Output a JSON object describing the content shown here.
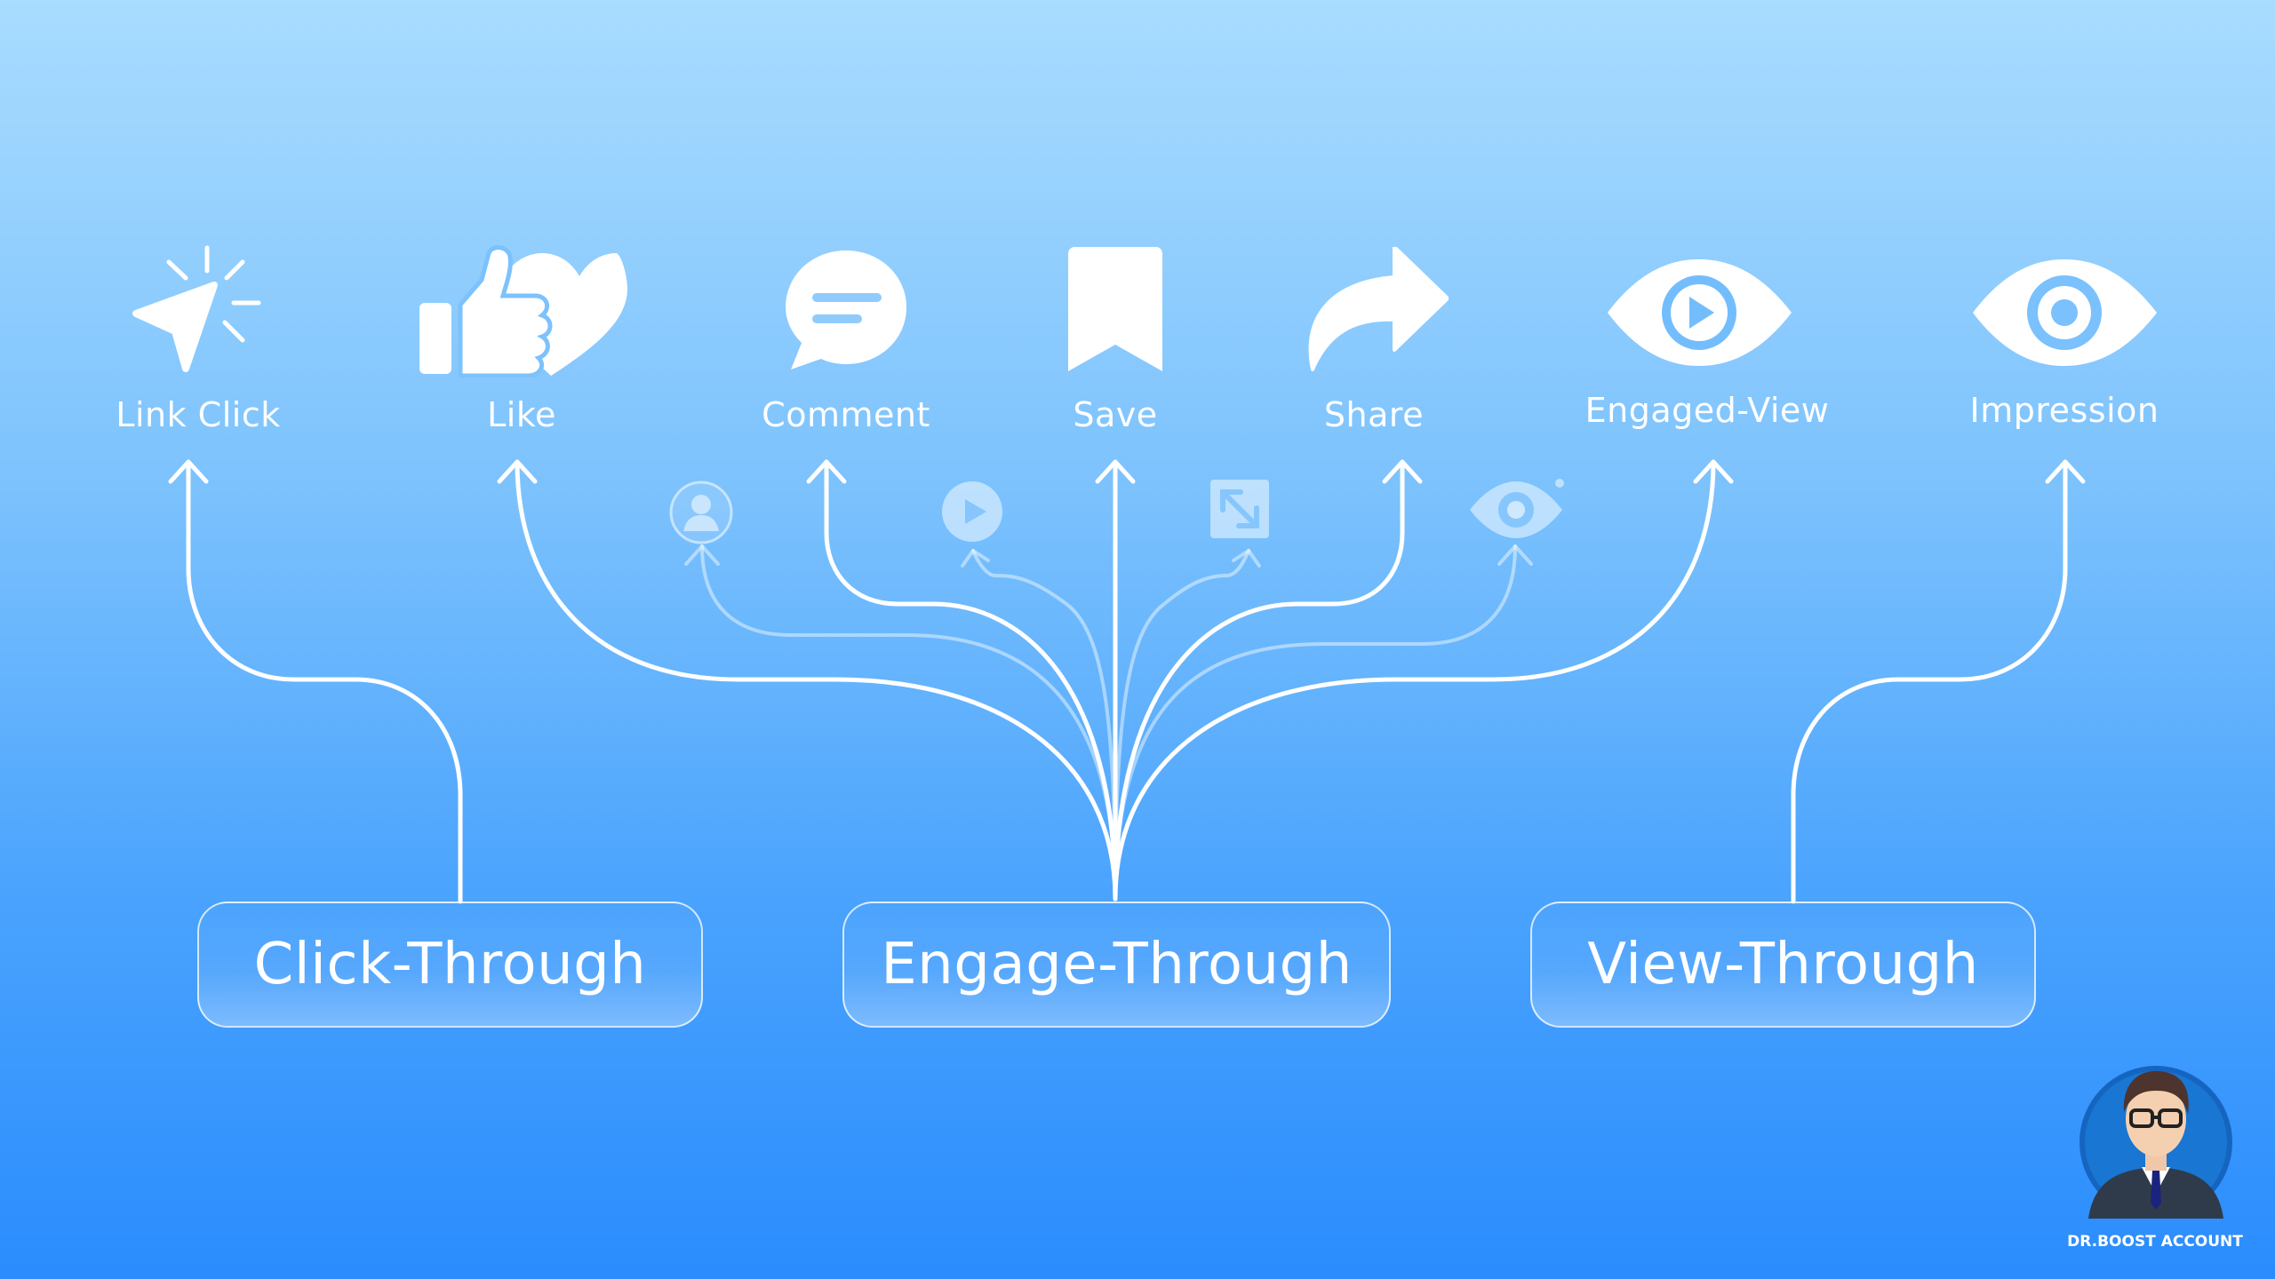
{
  "actions": [
    {
      "label": "Link Click",
      "icon": "cursor-click-icon"
    },
    {
      "label": "Like",
      "icon": "thumbs-up-heart-icon"
    },
    {
      "label": "Comment",
      "icon": "comment-bubble-icon"
    },
    {
      "label": "Save",
      "icon": "bookmark-icon"
    },
    {
      "label": "Share",
      "icon": "share-arrow-icon"
    },
    {
      "label": "Engaged-View",
      "icon": "eye-play-icon"
    },
    {
      "label": "Impression",
      "icon": "eye-icon"
    }
  ],
  "minor_icons": [
    "profile-icon",
    "play-icon",
    "expand-icon",
    "view-icon"
  ],
  "categories": [
    {
      "label": "Click-Through"
    },
    {
      "label": "Engage-Through"
    },
    {
      "label": "View-Through"
    }
  ],
  "brand": {
    "name": "DR.BOOST ACCOUNT"
  },
  "colors": {
    "background_top": "#a9dcff",
    "background_bottom": "#2a8cfd",
    "foreground": "#ffffff"
  }
}
